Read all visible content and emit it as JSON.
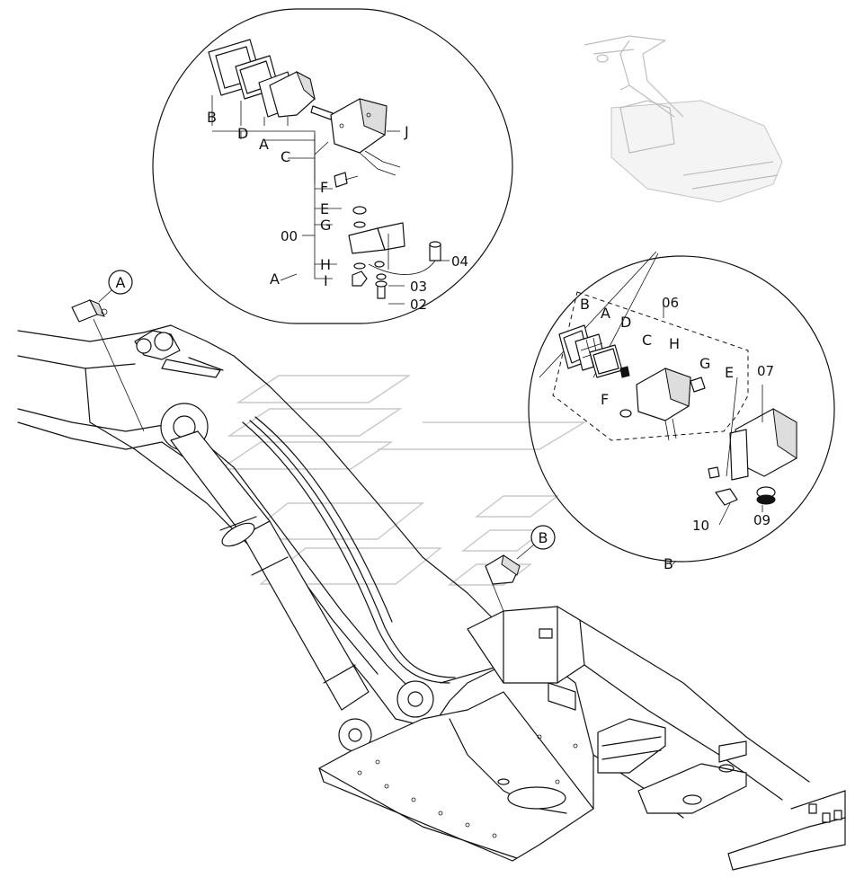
{
  "detail_A": {
    "label": "A",
    "callout": "A",
    "parts": {
      "B": "B",
      "D": "D",
      "A": "A",
      "C": "C",
      "J": "J",
      "F": "F",
      "E": "E",
      "G": "G",
      "H": "H",
      "I": "I",
      "assembly": "00",
      "p04": "04",
      "p03": "03",
      "p02": "02"
    }
  },
  "detail_B": {
    "label": "B",
    "callout": "B",
    "parts": {
      "B": "B",
      "A": "A",
      "D": "D",
      "C": "C",
      "H": "H",
      "G": "G",
      "E": "E",
      "F": "F",
      "kit": "06",
      "p07": "07",
      "p09": "09",
      "p10": "10"
    }
  }
}
